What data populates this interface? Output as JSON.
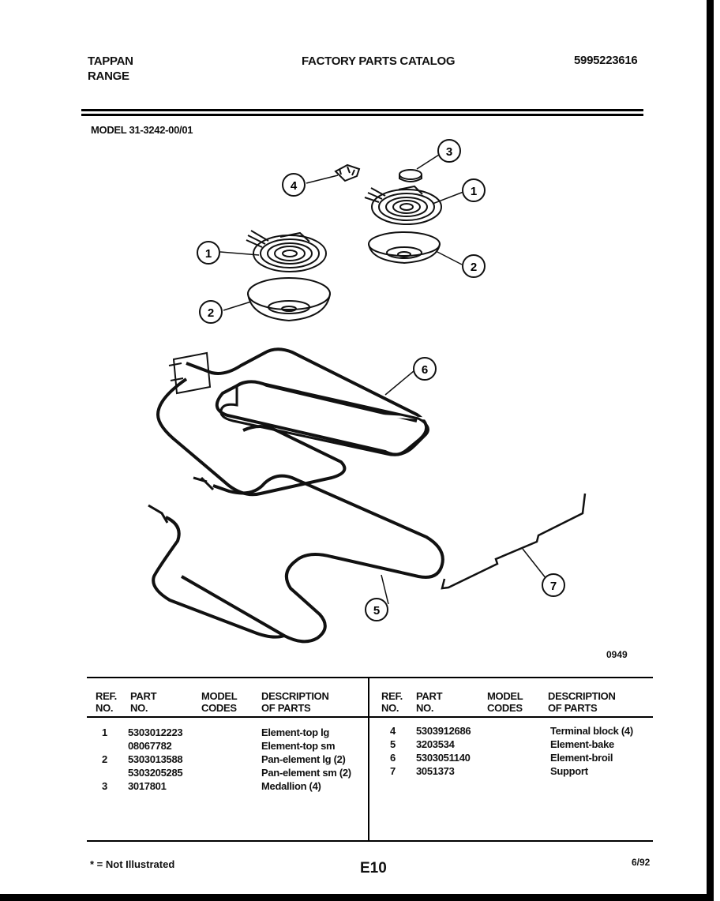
{
  "header": {
    "brand_line1": "TAPPAN",
    "brand_line2": "RANGE",
    "catalog_title": "FACTORY PARTS CATALOG",
    "catalog_number": "5995223616",
    "model_label": "MODEL 31-3242-00/01"
  },
  "diagram": {
    "figure_number": "0949",
    "callouts": [
      "1",
      "2",
      "3",
      "4",
      "5",
      "6",
      "7"
    ]
  },
  "table": {
    "headers": {
      "ref_line1": "REF.",
      "ref_line2": "NO.",
      "part_line1": "PART",
      "part_line2": "NO.",
      "model_line1": "MODEL",
      "model_line2": "CODES",
      "desc_line1": "DESCRIPTION",
      "desc_line2": "OF PARTS"
    },
    "left_rows": [
      {
        "ref": "1",
        "part": "5303012223",
        "desc": "Element-top lg"
      },
      {
        "ref": "",
        "part": "08067782",
        "desc": "Element-top sm"
      },
      {
        "ref": "2",
        "part": "5303013588",
        "desc": "Pan-element lg (2)"
      },
      {
        "ref": "",
        "part": "5303205285",
        "desc": "Pan-element sm (2)"
      },
      {
        "ref": "3",
        "part": "3017801",
        "desc": "Medallion (4)"
      }
    ],
    "right_rows": [
      {
        "ref": "4",
        "part": "5303912686",
        "desc": "Terminal block (4)"
      },
      {
        "ref": "5",
        "part": "3203534",
        "desc": "Element-bake"
      },
      {
        "ref": "6",
        "part": "5303051140",
        "desc": "Element-broil"
      },
      {
        "ref": "7",
        "part": "3051373",
        "desc": "Support"
      }
    ]
  },
  "footer": {
    "note": "* = Not Illustrated",
    "page_code": "E10",
    "date": "6/92"
  }
}
